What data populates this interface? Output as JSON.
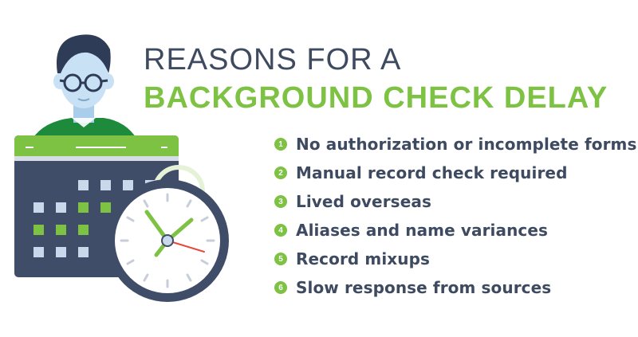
{
  "title": {
    "line1": "REASONS FOR A",
    "line2": "BACKGROUND CHECK DELAY"
  },
  "reasons": [
    {
      "number": "1",
      "text": "No authorization or incomplete forms"
    },
    {
      "number": "2",
      "text": "Manual record check required"
    },
    {
      "number": "3",
      "text": "Lived overseas"
    },
    {
      "number": "4",
      "text": "Aliases and name variances"
    },
    {
      "number": "5",
      "text": "Record mixups"
    },
    {
      "number": "6",
      "text": "Slow response from sources"
    }
  ],
  "colors": {
    "accent_green": "#7dc243",
    "navy": "#3e4a60",
    "calendar_body": "#3f4d68",
    "skin": "#c9e1f5"
  },
  "icons": [
    "person-illustration",
    "calendar-icon",
    "clock-icon"
  ]
}
